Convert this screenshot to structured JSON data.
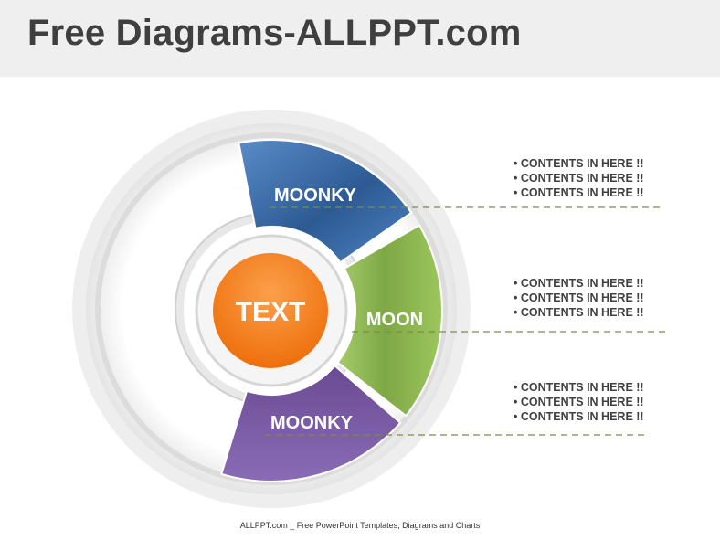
{
  "header": {
    "title": "Free Diagrams-ALLPPT.com"
  },
  "diagram": {
    "center_label": "TEXT",
    "segments": [
      {
        "label": "MOONKY",
        "color": "#3a6aa8"
      },
      {
        "label": "MOON",
        "color": "#8cb550"
      },
      {
        "label": "MOONKY",
        "color": "#7657a0"
      }
    ],
    "center_color": "#f07a1a",
    "bullet_groups": [
      [
        "CONTENTS IN HERE !!",
        "CONTENTS IN HERE !!",
        "CONTENTS IN HERE !!"
      ],
      [
        "CONTENTS IN HERE !!",
        "CONTENTS IN HERE !!",
        "CONTENTS IN HERE !!"
      ],
      [
        "CONTENTS IN HERE !!",
        "CONTENTS IN HERE !!",
        "CONTENTS IN HERE !!"
      ]
    ]
  },
  "footer": {
    "text": "ALLPPT.com _ Free PowerPoint Templates, Diagrams and Charts"
  }
}
